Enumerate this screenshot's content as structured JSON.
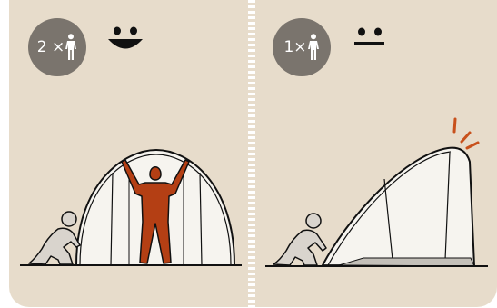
{
  "panels": [
    {
      "id": "two-people",
      "count_label": "2 ×",
      "mood": "happy",
      "colors": {
        "badge": "#7a746d",
        "background": "#e7dccb",
        "helper": "#b43f14"
      }
    },
    {
      "id": "one-person",
      "count_label": "1×",
      "mood": "neutral",
      "colors": {
        "badge": "#7a746d",
        "background": "#e7dccb",
        "alert": "#c8511c"
      }
    }
  ],
  "icons": [
    "person-icon",
    "happy-face-icon",
    "neutral-face-icon",
    "alert-spark-icon"
  ]
}
